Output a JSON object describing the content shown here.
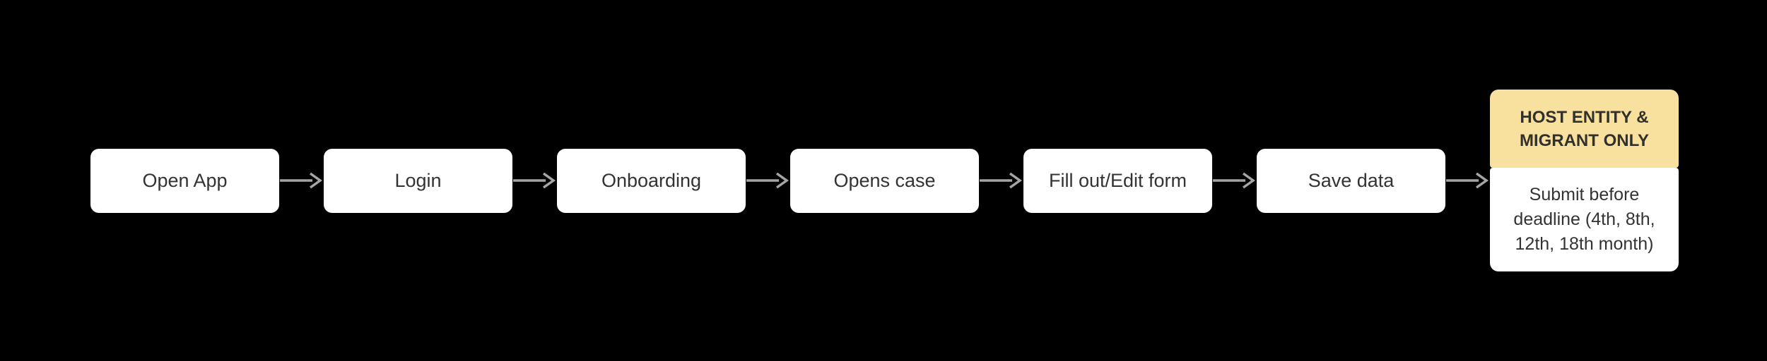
{
  "flow": {
    "steps": [
      {
        "label": "Open App"
      },
      {
        "label": "Login"
      },
      {
        "label": "Onboarding"
      },
      {
        "label": "Opens case"
      },
      {
        "label": "Fill out/Edit form"
      },
      {
        "label": "Save data"
      }
    ],
    "final_step": {
      "header_lines": [
        "HOST ENTITY &",
        "MIGRANT ONLY"
      ],
      "body_lines": [
        "Submit before",
        "deadline (4th, 8th,",
        "12th, 18th month)"
      ]
    },
    "colors": {
      "background": "#000000",
      "box_bg": "#FFFFFF",
      "box_text": "#333333",
      "arrow": "#A5A5A5",
      "final_header_bg": "#F8E19E",
      "final_header_text": "#32302B"
    }
  }
}
